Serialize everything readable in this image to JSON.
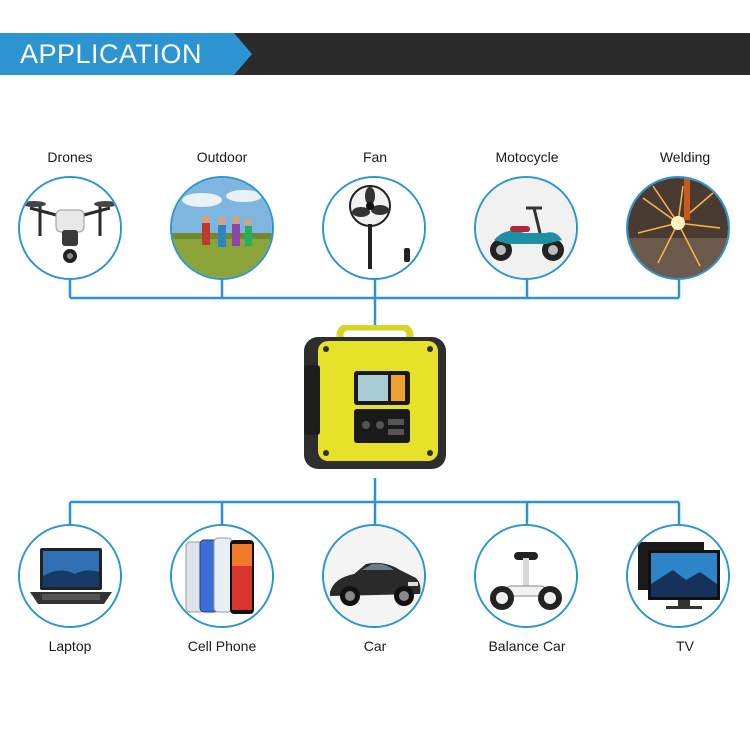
{
  "banner": {
    "title": "APPLICATION",
    "accent_color": "#2c95d1",
    "dark_color": "#2b2b2b"
  },
  "line_color": "#2c95d1",
  "top_items": [
    {
      "label": "Drones",
      "icon": "drone-icon"
    },
    {
      "label": "Outdoor",
      "icon": "hikers-icon"
    },
    {
      "label": "Fan",
      "icon": "fan-icon"
    },
    {
      "label": "Motocycle",
      "icon": "scooter-icon"
    },
    {
      "label": "Welding",
      "icon": "welding-sparks-icon"
    }
  ],
  "bottom_items": [
    {
      "label": "Laptop",
      "icon": "laptop-icon"
    },
    {
      "label": "Cell Phone",
      "icon": "cell-phone-icon"
    },
    {
      "label": "Car",
      "icon": "car-icon"
    },
    {
      "label": "Balance Car",
      "icon": "balance-car-icon"
    },
    {
      "label": "TV",
      "icon": "tv-icon"
    }
  ],
  "device": {
    "icon": "power-station-icon",
    "body_color": "#e6e22a"
  }
}
